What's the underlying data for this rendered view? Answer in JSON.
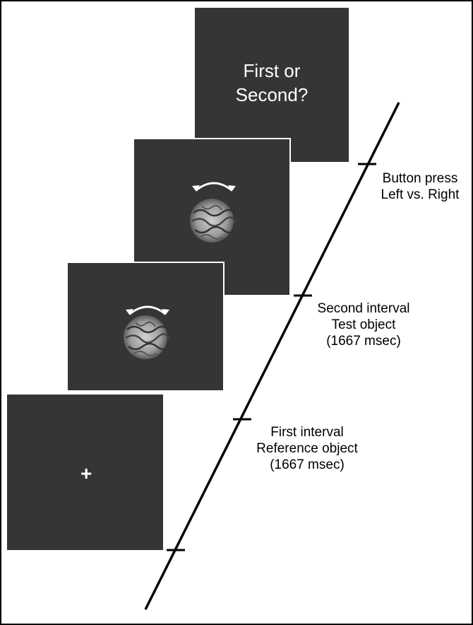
{
  "prompt": {
    "line1": "First or",
    "line2": "Second?"
  },
  "fixation": {
    "symbol": "+"
  },
  "events": {
    "response": {
      "line1": "Button press",
      "line2": "Left vs. Right"
    },
    "second_interval": {
      "line1": "Second interval",
      "line2": "Test object",
      "line3": "(1667 msec)"
    },
    "first_interval": {
      "line1": "First interval",
      "line2": "Reference object",
      "line3": "(1667 msec)"
    }
  },
  "colors": {
    "panel": "#353535",
    "text_on_panel": "#ffffff",
    "timeline": "#000000"
  }
}
